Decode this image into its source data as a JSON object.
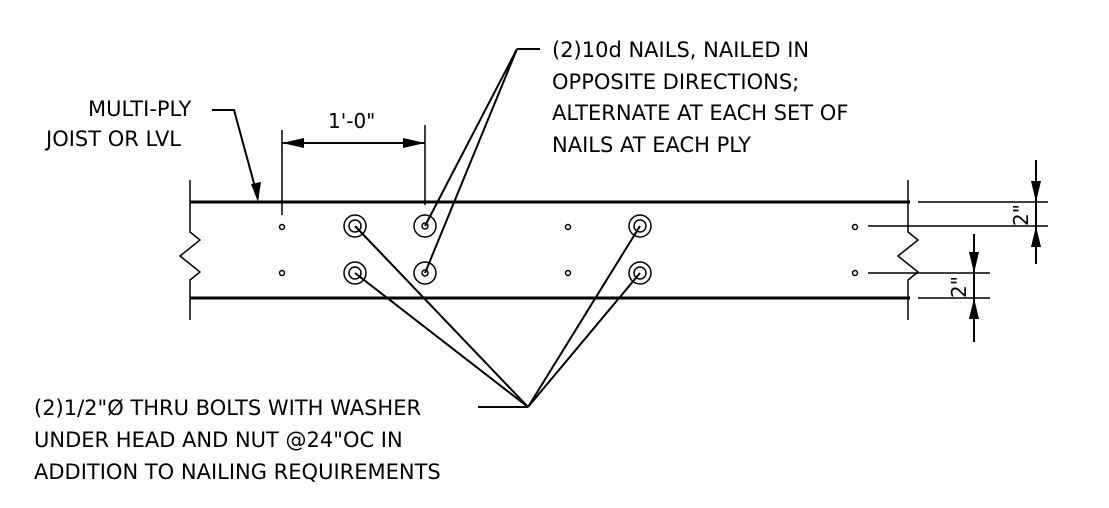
{
  "notes": {
    "member_label": [
      "MULTI-PLY",
      "JOIST OR LVL"
    ],
    "nail_note": [
      "(2)10d NAILS, NAILED IN",
      "OPPOSITE DIRECTIONS;",
      "ALTERNATE AT EACH SET OF",
      "NAILS AT EACH PLY"
    ],
    "bolt_note": [
      "(2)1/2\"Ø THRU BOLTS WITH WASHER",
      "UNDER HEAD AND NUT @24\"OC IN",
      "ADDITION TO NAILING REQUIREMENTS"
    ]
  },
  "dimensions": {
    "spacing": "1'-0\"",
    "edge_top": "2\"",
    "edge_bottom": "2\""
  }
}
